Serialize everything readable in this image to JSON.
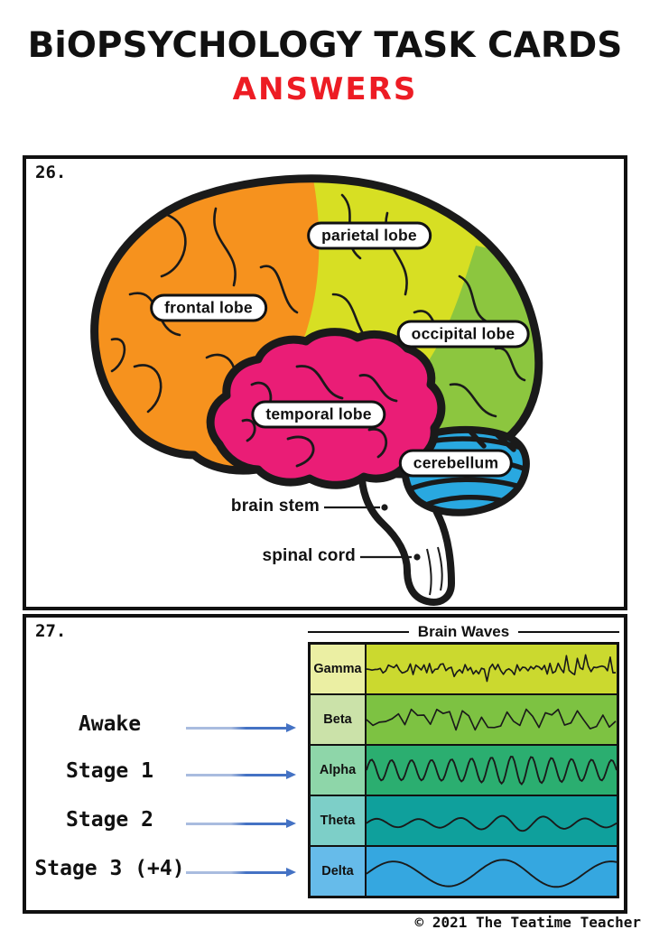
{
  "page": {
    "title": "BiOPSYCHOLOGY TASK CARDS",
    "subtitle": "ANSWERS",
    "subtitle_color": "#ED1C24",
    "footer": "© 2021 The Teatime Teacher"
  },
  "card26": {
    "number": "26.",
    "brain": {
      "regions": [
        {
          "label": "frontal lobe",
          "color": "#F6921E"
        },
        {
          "label": "parietal lobe",
          "color": "#D7DF23"
        },
        {
          "label": "occipital lobe",
          "color": "#8CC63F"
        },
        {
          "label": "temporal lobe",
          "color": "#EA1D76"
        },
        {
          "label": "cerebellum",
          "color": "#29A8E0"
        }
      ],
      "line_labels": [
        {
          "label": "brain stem"
        },
        {
          "label": "spinal cord"
        }
      ]
    }
  },
  "card27": {
    "number": "27.",
    "chart_title": "Brain Waves",
    "arrow_color": "#4472C4",
    "stages": [
      {
        "label": "Awake"
      },
      {
        "label": "Stage 1"
      },
      {
        "label": "Stage 2"
      },
      {
        "label": "Stage 3 (+4)"
      }
    ],
    "waves": [
      {
        "label": "Gamma",
        "label_bg": "#EBEFA3",
        "wave_bg": "#CBD92F",
        "wave": {
          "type": "noise",
          "step": 3,
          "amp": 6,
          "spike": 2.8,
          "seed": 11,
          "base": 0.5
        }
      },
      {
        "label": "Beta",
        "label_bg": "#CBE2A9",
        "wave_bg": "#7DC242",
        "wave": {
          "type": "noise",
          "step": 7,
          "amp": 11,
          "spike": 1.4,
          "seed": 5,
          "base": 0.5
        }
      },
      {
        "label": "Alpha",
        "label_bg": "#8ED6A9",
        "wave_bg": "#2BAE70",
        "wave": {
          "type": "sine",
          "cycles": 12.5,
          "amp": 15,
          "mod": 0.3,
          "base": 0.5
        }
      },
      {
        "label": "Theta",
        "label_bg": "#7DCFC8",
        "wave_bg": "#0FA09C",
        "wave": {
          "type": "sine",
          "cycles": 6,
          "amp": 8.5,
          "mod": 0.5,
          "base": 0.55
        }
      },
      {
        "label": "Delta",
        "label_bg": "#66BBEA",
        "wave_bg": "#35A7E0",
        "wave": {
          "type": "sine",
          "cycles": 2.3,
          "amp": 15,
          "mod": 0.15,
          "base": 0.55
        }
      }
    ]
  },
  "chart_data": {
    "type": "table",
    "title": "Brain Waves",
    "rows": [
      {
        "wave": "Gamma",
        "sleep_stage": ""
      },
      {
        "wave": "Beta",
        "sleep_stage": "Awake"
      },
      {
        "wave": "Alpha",
        "sleep_stage": "Stage 1"
      },
      {
        "wave": "Theta",
        "sleep_stage": "Stage 2"
      },
      {
        "wave": "Delta",
        "sleep_stage": "Stage 3 (+4)"
      }
    ]
  }
}
